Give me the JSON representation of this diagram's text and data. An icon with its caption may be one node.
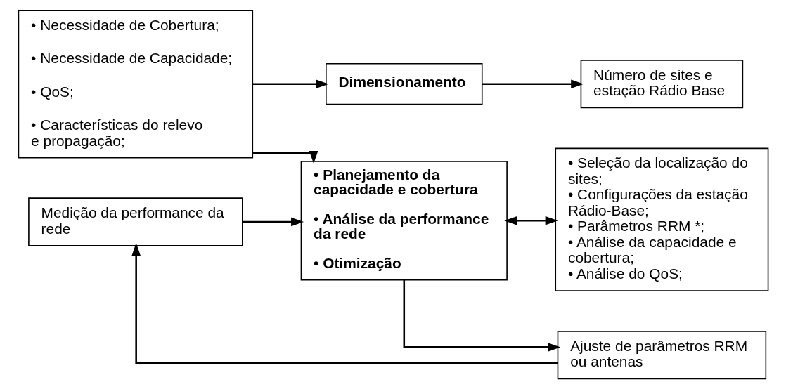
{
  "diagram": {
    "nodes": [
      {
        "text": [
          "• Necessidade de Cobertura;",
          "• Necessidade de Capacidade;",
          "• QoS;",
          "• Características do relevo e propagação;"
        ]
      },
      {
        "text": [
          "Dimensionamento"
        ]
      },
      {
        "text": [
          "Número de sites e estação Rádio Base"
        ]
      },
      {
        "text": [
          "• Planejamento da capacidade e cobertura",
          "• Análise da performance da rede",
          "• Otimização"
        ]
      },
      {
        "text": [
          "• Seleção da localização do sites;",
          "• Configurações da estação Rádio-Base;",
          "• Parâmetros RRM *;",
          "• Análise da capacidade e cobertura;",
          "• Análise do QoS;"
        ]
      },
      {
        "text": [
          "Medição da performance da rede"
        ]
      },
      {
        "text": [
          "Ajuste de parâmetros RRM ou antenas"
        ]
      }
    ],
    "edges": [
      {
        "from": 0,
        "to": 1,
        "arrow": "to"
      },
      {
        "from": 1,
        "to": 2,
        "arrow": "to"
      },
      {
        "from": 0,
        "to": 3,
        "arrow": "to"
      },
      {
        "from": 3,
        "to": 4,
        "arrow": "both"
      },
      {
        "from": 5,
        "to": 3,
        "arrow": "to"
      },
      {
        "from": 3,
        "to": 6,
        "arrow": "to"
      },
      {
        "from": 6,
        "to": 5,
        "arrow": "to"
      }
    ]
  }
}
